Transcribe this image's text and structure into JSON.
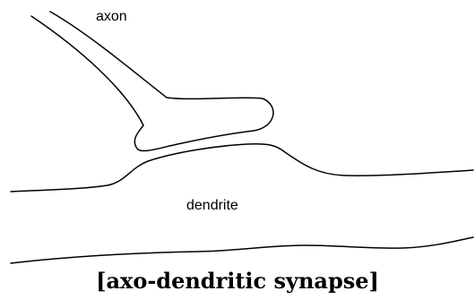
{
  "labels": {
    "axon": "axon",
    "dendrite": "dendrite"
  },
  "caption": "[axo-dendritic synapse]",
  "colors": {
    "stroke": "#000000",
    "background": "#ffffff"
  }
}
